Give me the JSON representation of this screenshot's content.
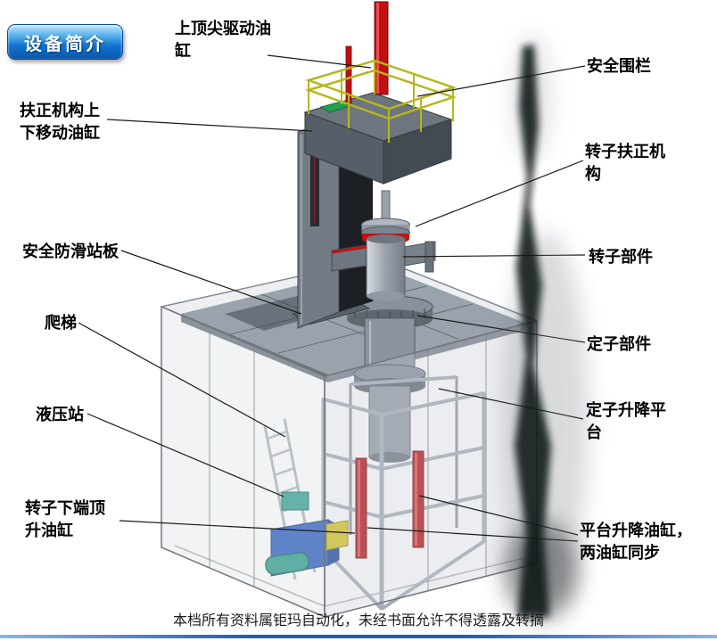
{
  "badge": {
    "label": "设备简介"
  },
  "labels": {
    "top_center_cylinder": "上顶尖驱动油\n缸",
    "safety_fence": "安全围栏",
    "centering_lift_cylinder": "扶正机构上\n下移动油缸",
    "rotor_centering_mechanism": "转子扶正机\n构",
    "anti_slip_platform": "安全防滑站板",
    "rotor_component": "转子部件",
    "ladder": "爬梯",
    "stator_component": "定子部件",
    "hydraulic_station": "液压站",
    "stator_lift_platform": "定子升降平\n台",
    "rotor_bottom_jack_cylinder": "转子下端顶\n升油缸",
    "platform_lift_cylinders": "平台升降油缸，\n两油缸同步"
  },
  "footer": {
    "text": "本档所有资料属钜玛自动化，未经书面允许不得透露及转摘"
  },
  "colors": {
    "badge_blue": "#1173cf",
    "cylinder_red": "#c01010",
    "railing_yellow": "#b6b61e",
    "hydraulic_blue": "#2d5fc2",
    "machine_gray": "#9aa2ac",
    "footer_bar_blue": "#1e5fae"
  }
}
